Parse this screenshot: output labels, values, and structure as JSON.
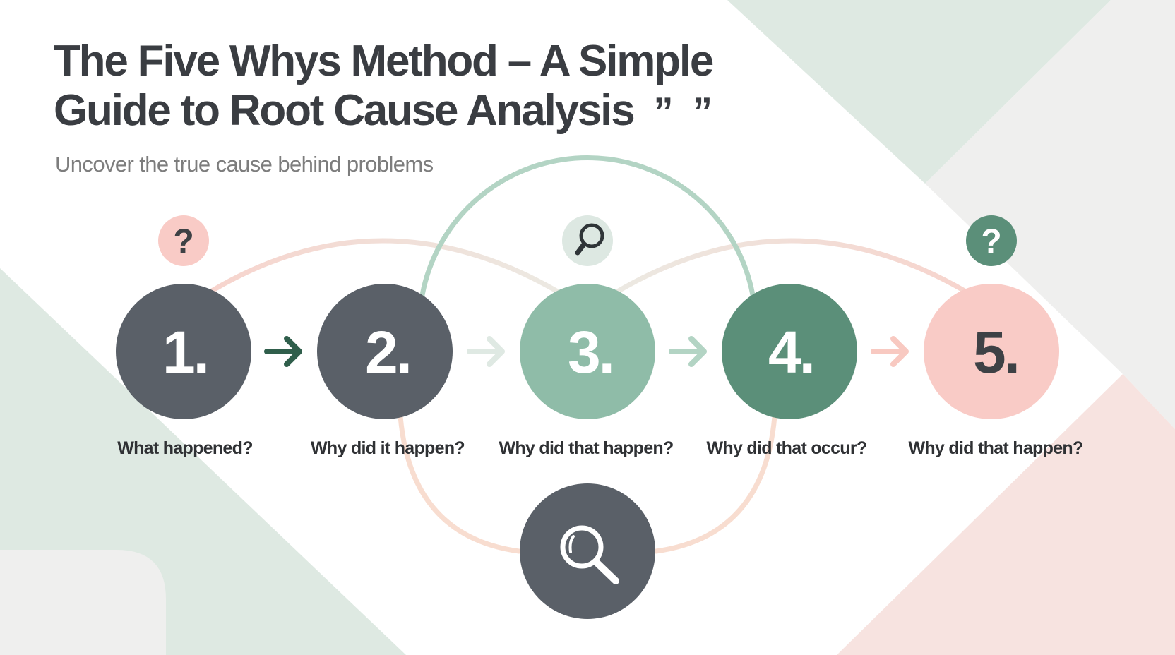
{
  "header": {
    "title_line1": "The Five Whys Method – A Simple",
    "title_line2": "Guide to Root Cause Analysis",
    "title_quotes": "” ”",
    "subtitle": "Uncover the true cause behind problems"
  },
  "steps": [
    {
      "number": "1.",
      "label": "What happened?",
      "fill": "#5a6068",
      "text_color": "#ffffff"
    },
    {
      "number": "2.",
      "label": "Why did it happen?",
      "fill": "#5a6068",
      "text_color": "#ffffff"
    },
    {
      "number": "3.",
      "label": "Why did that happen?",
      "fill": "#8fbca8",
      "text_color": "#ffffff"
    },
    {
      "number": "4.",
      "label": "Why did that occur?",
      "fill": "#5b8f79",
      "text_color": "#ffffff"
    },
    {
      "number": "5.",
      "label": "Why did that happen?",
      "fill": "#f9cbc6",
      "text_color": "#3e4145"
    }
  ],
  "badges": [
    {
      "icon": "question-mark-icon",
      "glyph": "?",
      "above_step": 1,
      "fill": "#f9cbc6",
      "glyph_color": "#3e4145"
    },
    {
      "icon": "search-icon",
      "above_step": 3,
      "fill": "#dde8e2",
      "glyph_color": "#2f3538"
    },
    {
      "icon": "question-mark-icon",
      "glyph": "?",
      "above_step": 5,
      "fill": "#5b8f79",
      "glyph_color": "#ffffff"
    }
  ],
  "arrows": [
    {
      "from": 1,
      "to": 2,
      "color": "#2f5e4b"
    },
    {
      "from": 2,
      "to": 3,
      "color": "#dfe9e3"
    },
    {
      "from": 3,
      "to": 4,
      "color": "#b3d4c4"
    },
    {
      "from": 4,
      "to": 5,
      "color": "#f8c9c1"
    }
  ],
  "root_cause": {
    "icon": "search-icon",
    "fill": "#5a6068",
    "glyph_color": "#ffffff"
  },
  "colors": {
    "bg_green": "#dee9e2",
    "bg_gray": "#efefee",
    "bg_pink": "#f7e3e0",
    "arc_green": "#b3d4c4",
    "arc_pink": "#f7d9d3",
    "arc_peach": "#f8ddd0",
    "title": "#3a3d42",
    "subtitle": "#7d7d7d"
  }
}
